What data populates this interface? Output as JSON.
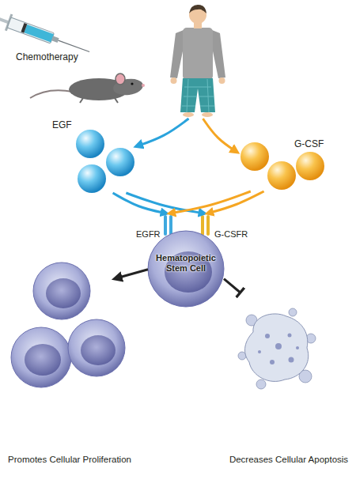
{
  "diagram": {
    "nodes": [
      {
        "text": [
          "Chemotherapy"
        ]
      },
      {
        "text": [
          "EGF"
        ]
      },
      {
        "text": [
          "G-CSF"
        ]
      },
      {
        "text": [
          "Hematopoietic Stem Cell"
        ]
      },
      {
        "text": [
          "Promotes Cellular Proliferation"
        ]
      },
      {
        "text": [
          "Decreases Cellular Apoptosis"
        ]
      }
    ],
    "edges": [
      {
        "from": 0,
        "to": 1,
        "arrow": "to"
      },
      {
        "from": 0,
        "to": 2,
        "arrow": "to"
      },
      {
        "from": 1,
        "to": 3,
        "arrow": "to"
      },
      {
        "from": 1,
        "to": 3,
        "arrow": "to"
      },
      {
        "from": 2,
        "to": 3,
        "arrow": "to"
      },
      {
        "from": 2,
        "to": 3,
        "arrow": "to"
      },
      {
        "from": 3,
        "to": 4,
        "arrow": "to"
      },
      {
        "from": 3,
        "to": 5,
        "arrow": "to"
      }
    ],
    "labels": [
      "EGFR",
      "G-CSFR"
    ]
  }
}
